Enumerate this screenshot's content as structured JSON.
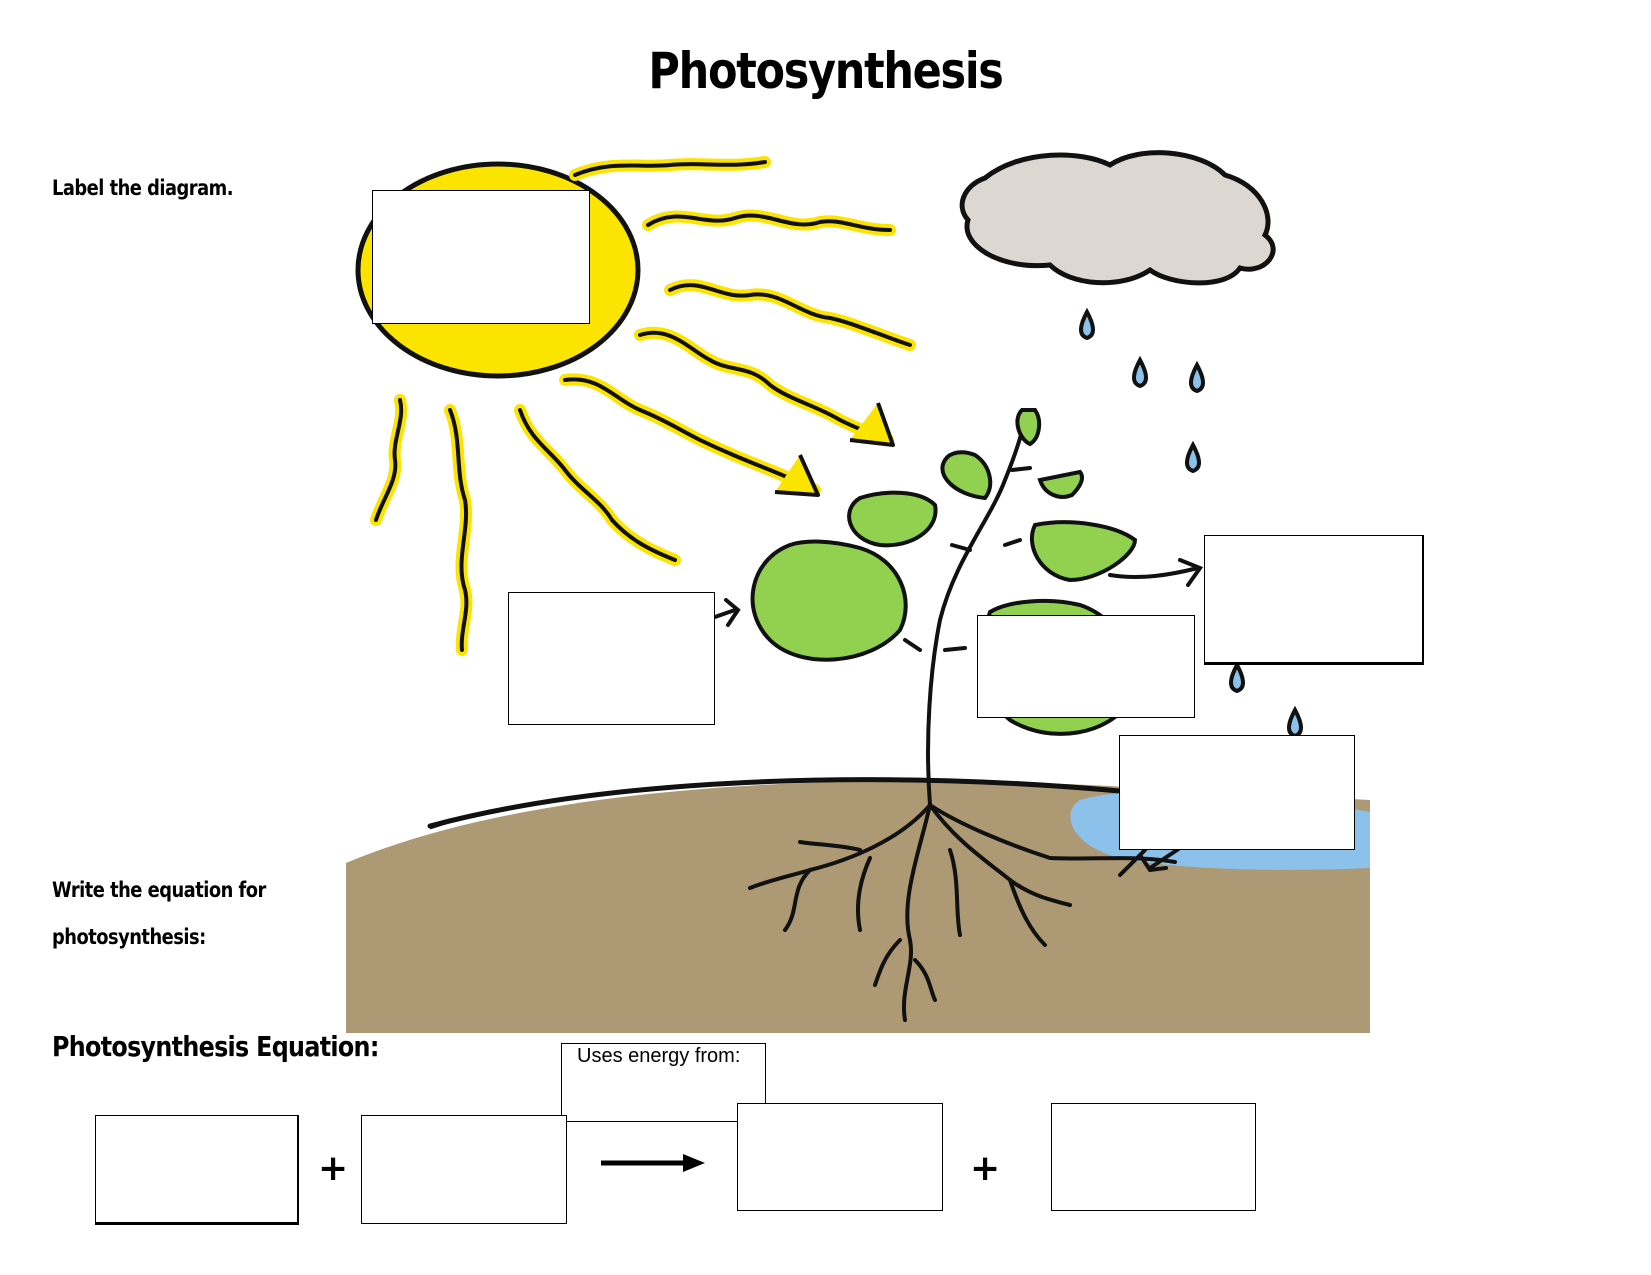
{
  "page": {
    "title": "Photosynthesis"
  },
  "instructions": {
    "label_diagram": "Label the diagram.",
    "write_equation_line1": "Write the equation for",
    "write_equation_line2": "photosynthesis:"
  },
  "equation": {
    "heading": "Photosynthesis Equation:",
    "energy_label": "Uses energy from:",
    "plus_1": "+",
    "plus_2": "+"
  },
  "colors": {
    "sun": "#fbe400",
    "cloud": "#dcd7d0",
    "leaf": "#92d050",
    "soil": "#ad9a74",
    "water": "#8cc1eb",
    "outline": "#111111"
  }
}
